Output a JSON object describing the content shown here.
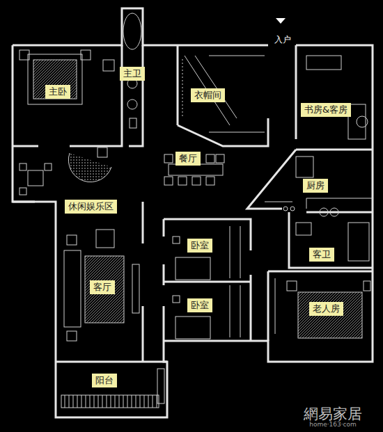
{
  "diagram": {
    "nodes": [
      {
        "text": [
          "主卧"
        ]
      },
      {
        "text": [
          "主卫"
        ]
      },
      {
        "text": [
          "衣帽间"
        ]
      },
      {
        "text": [
          "书房&客房"
        ]
      },
      {
        "text": [
          "餐厅"
        ]
      },
      {
        "text": [
          "厨房"
        ]
      },
      {
        "text": [
          "休闲娱乐区"
        ]
      },
      {
        "text": [
          "客厅"
        ]
      },
      {
        "text": [
          "卧室"
        ]
      },
      {
        "text": [
          "卧室"
        ]
      },
      {
        "text": [
          "客卫"
        ]
      },
      {
        "text": [
          "老人房"
        ]
      },
      {
        "text": [
          "阳台"
        ]
      }
    ],
    "labels": [
      "入户",
      "網易家居",
      "home·163·com"
    ]
  }
}
